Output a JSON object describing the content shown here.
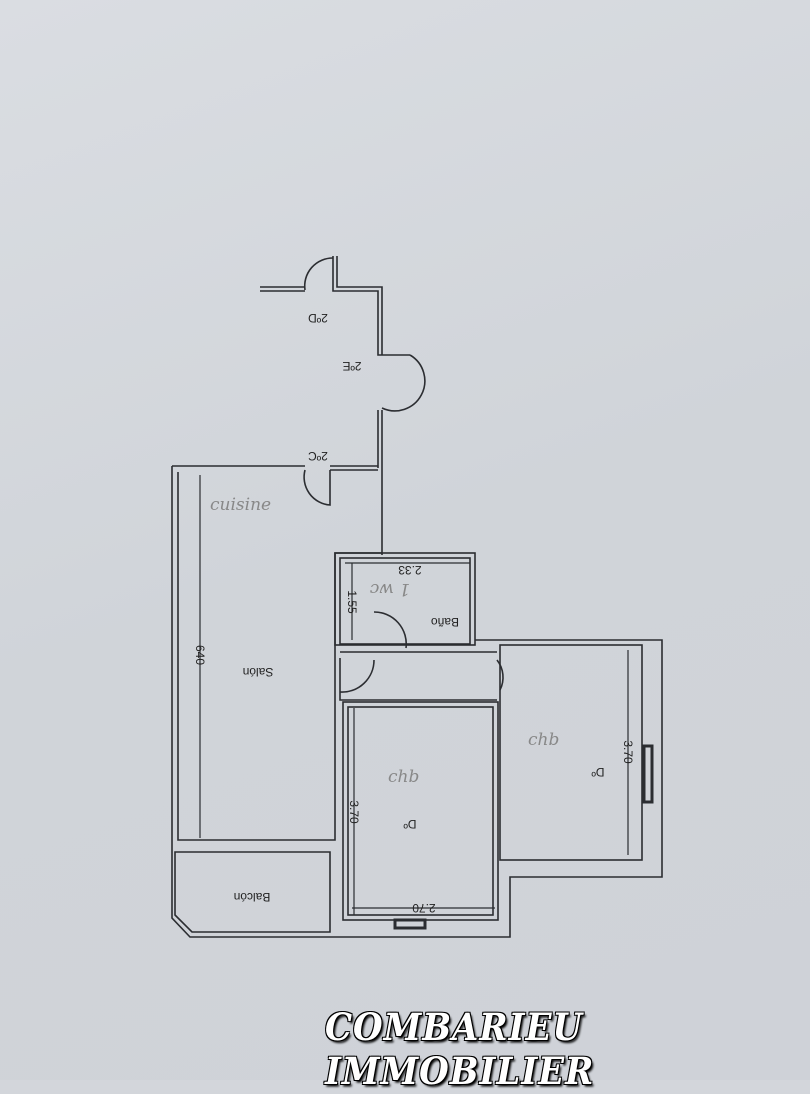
{
  "plan": {
    "units": {
      "d": "2ºD",
      "e": "2ºE",
      "c": "2ºC"
    },
    "rooms": {
      "salon": "Salón",
      "bano": "Baño",
      "dormitorio1": "Dº",
      "dormitorio2": "Dº",
      "balcon": "Balcón"
    },
    "dimensions": {
      "salon_length": "640",
      "bano_width": "2.33",
      "bano_depth": "1.55",
      "dorm1_length": "3.70",
      "dorm1_width": "2.70",
      "dorm2_length": "3.70"
    },
    "handwritten": {
      "cuisine": "cuisine",
      "wc": "1 wc",
      "chb1": "chb",
      "chb2": "chb"
    }
  },
  "watermark": "COMBARIEU IMMOBILIER"
}
